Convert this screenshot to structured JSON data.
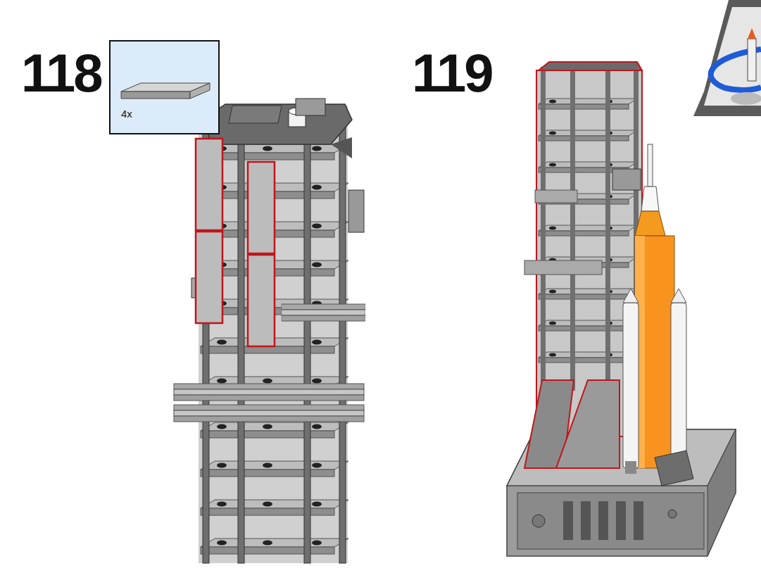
{
  "diagram": {
    "nodes": [
      {
        "text": [
          "4x"
        ]
      }
    ],
    "labels": [
      "118",
      "119"
    ]
  }
}
